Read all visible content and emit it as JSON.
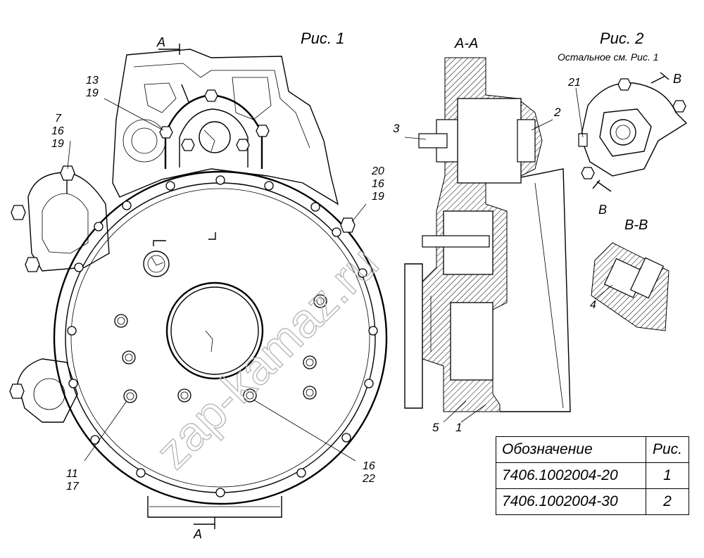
{
  "figures": {
    "fig1_title": "Рис. 1",
    "fig2_title": "Рис. 2",
    "fig2_note": "Остальное см. Рис. 1",
    "section_aa": "А-А",
    "section_vv": "В-В",
    "cut_a": "А",
    "cut_v": "В"
  },
  "callouts": {
    "c13": "13",
    "c19a": "19",
    "c7": "7",
    "c16a": "16",
    "c19b": "19",
    "c20": "20",
    "c16b": "16",
    "c19c": "19",
    "c11": "11",
    "c17": "17",
    "c16c": "16",
    "c22": "22",
    "c3": "3",
    "c2": "2",
    "c5": "5",
    "c1": "1",
    "c21": "21",
    "c4": "4"
  },
  "watermark": "zap-kamaz.ru",
  "table": {
    "header": [
      "Обозначение",
      "Рис."
    ],
    "rows": [
      [
        "7406.1002004-20",
        "1"
      ],
      [
        "7406.1002004-30",
        "2"
      ]
    ]
  }
}
